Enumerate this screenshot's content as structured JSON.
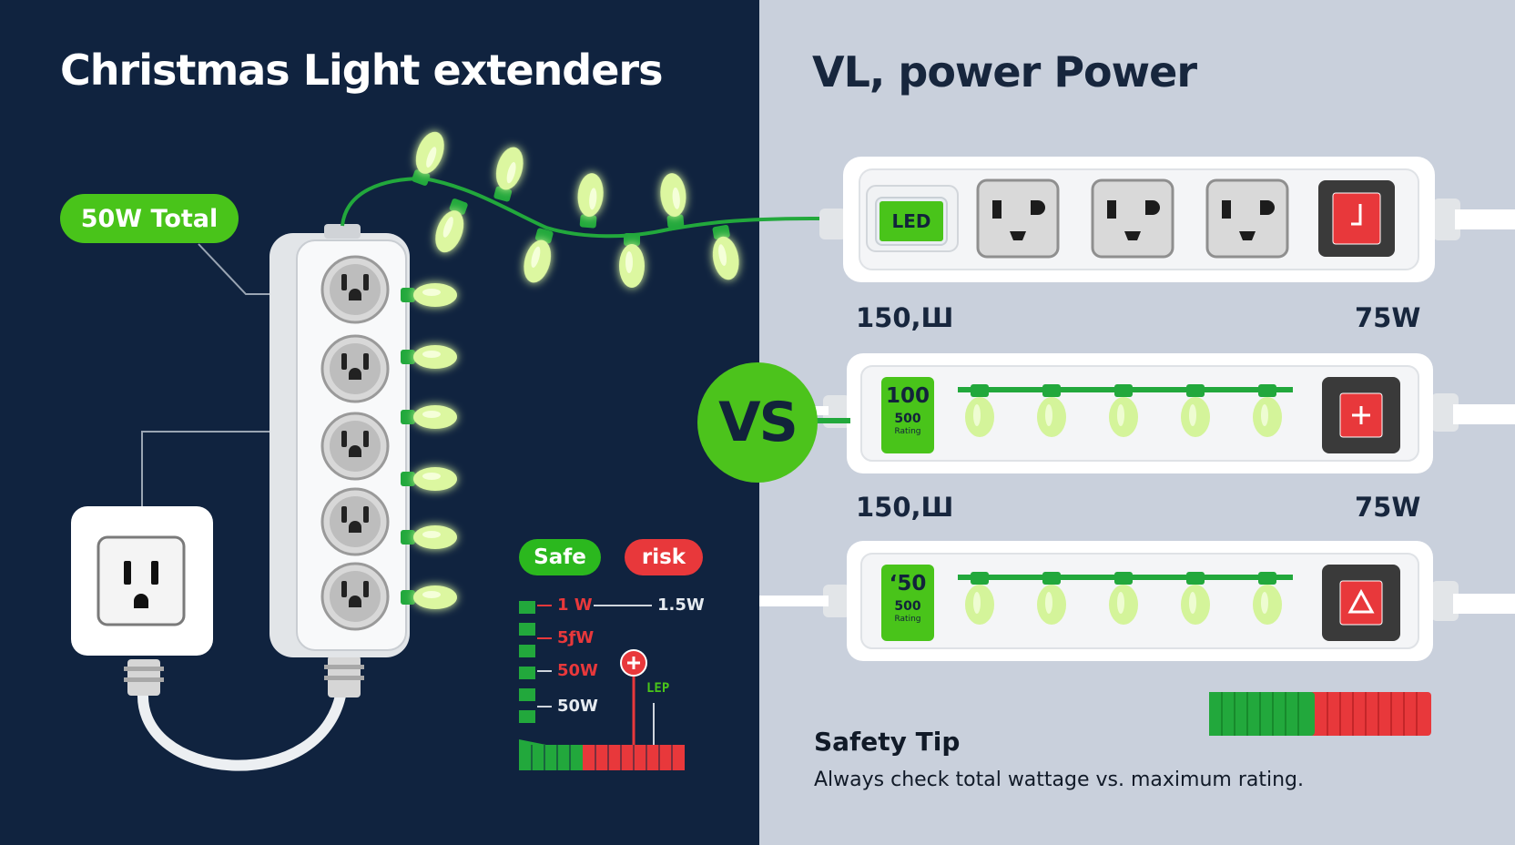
{
  "left_panel": {
    "title": "Christmas Light extenders",
    "total_badge": "50W Total",
    "safe_label": "Safe",
    "risk_label": "risk",
    "scale": {
      "row1_left": "1 W",
      "row1_right": "1.5W",
      "row2": "5ƒW",
      "row3": "50W",
      "row4": "50W",
      "marker_label": "LEP"
    },
    "colors": {
      "background": "#10233f",
      "accent": "#49c41a",
      "danger": "#e8383b"
    }
  },
  "right_panel": {
    "title": "VL, power Power",
    "vs_label": "VS",
    "strip1": {
      "indicator": "LED"
    },
    "row1_watts_left": "150,Ш",
    "row1_watts_right": "75W",
    "strip2": {
      "rating_big": "100",
      "rating_small": "500",
      "rating_tiny": "Rating"
    },
    "row2_watts_left": "150,Ш",
    "row2_watts_right": "75W",
    "strip3": {
      "rating_big": "‘50",
      "rating_small": "500",
      "rating_tiny": "Rating"
    },
    "safety_tip_title": "Safety Tip",
    "safety_tip_text": "Always check total wattage vs. maximum rating.",
    "colors": {
      "background": "#c9d0dc",
      "accent": "#49c41a",
      "danger": "#e8383b"
    }
  }
}
